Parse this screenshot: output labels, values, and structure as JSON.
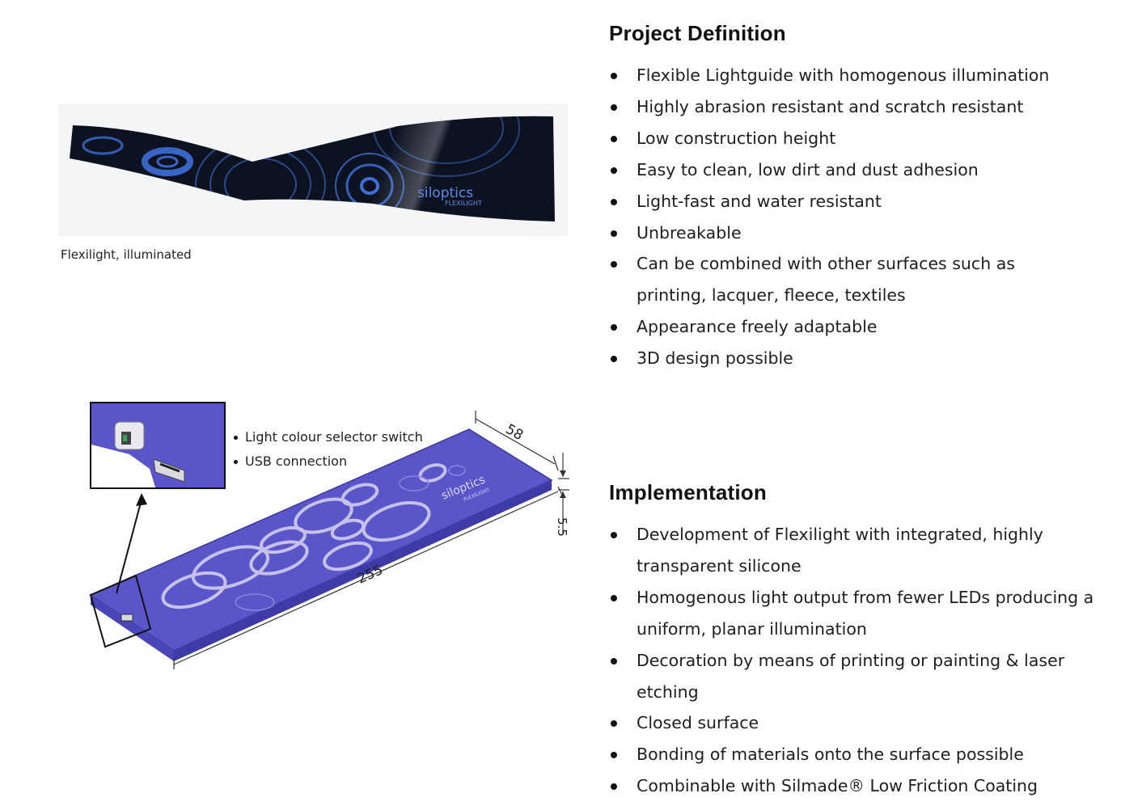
{
  "left": {
    "photo_caption": "Flexilight, illuminated",
    "photo_brand": "siloptics",
    "photo_brand_sub": "FLEXILIGHT",
    "drawing_brand": "siloptics",
    "drawing_brand_sub": "FLEXILIGHT",
    "callouts": [
      "Light colour selector switch",
      "USB connection"
    ],
    "dimensions": {
      "length": "255",
      "width": "58",
      "height": "5.5"
    },
    "colors": {
      "drawing_body": "#5a55c9",
      "photo_body": "#0d1220",
      "photo_glow": "#3d6fd6"
    }
  },
  "project_definition": {
    "title": "Project Definition",
    "items": [
      "Flexible Lightguide with homogenous illumination",
      "Highly abrasion resistant and scratch resistant",
      "Low construction height",
      "Easy to clean, low dirt and dust adhesion",
      "Light-fast and water resistant",
      "Unbreakable",
      "Can be combined with other surfaces such as printing, lacquer, fleece, textiles",
      "Appearance freely adaptable",
      "3D design possible"
    ]
  },
  "implementation": {
    "title": "Implementation",
    "items": [
      "Development of Flexilight with integrated, highly transparent silicone",
      "Homogenous light output from fewer LEDs producing a uniform, planar illumination",
      "Decoration by means of printing or painting & laser etching",
      "Closed surface",
      "Bonding of materials onto the surface possible",
      "Combinable with Silmade® Low Friction Coating"
    ]
  }
}
